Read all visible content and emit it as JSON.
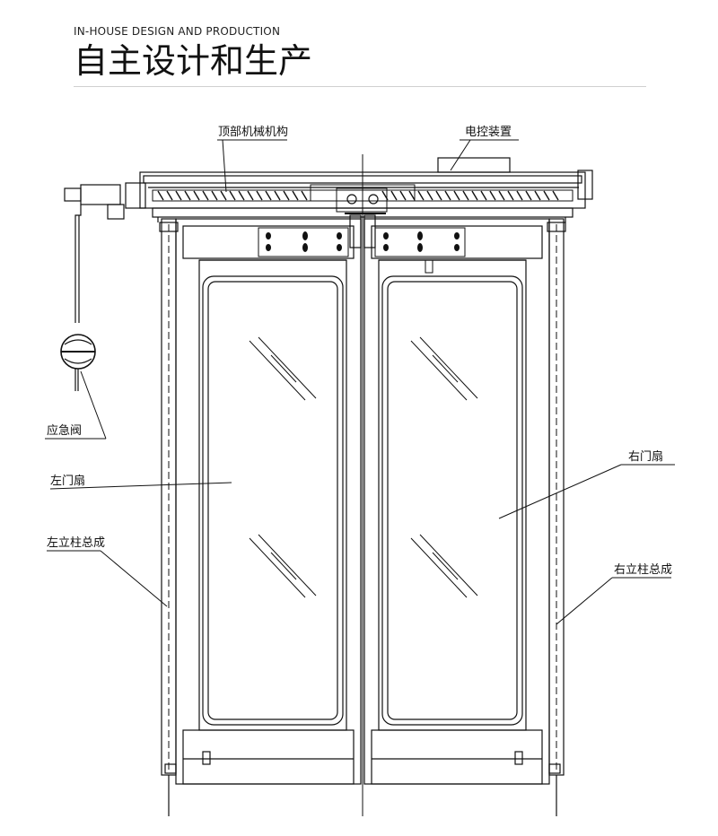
{
  "header": {
    "subtitle": "IN-HOUSE DESIGN AND PRODUCTION",
    "title": "自主设计和生产"
  },
  "labels": {
    "top_mechanism": "顶部机械机构",
    "electric_control": "电控装置",
    "emergency_valve": "应急阀",
    "left_leaf": "左门扇",
    "right_leaf": "右门扇",
    "left_column": "左立柱总成",
    "right_column": "右立柱总成"
  }
}
